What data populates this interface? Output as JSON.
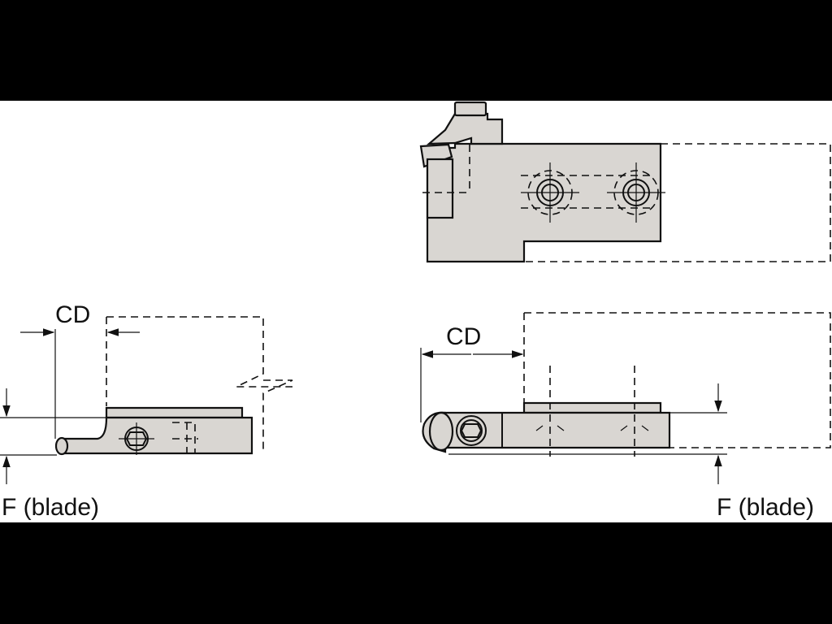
{
  "labels": {
    "cd_left": "CD",
    "cd_right": "CD",
    "f_left": "F (blade)",
    "f_right": "F (blade)"
  },
  "colors": {
    "background": "#ffffff",
    "letterbox": "#000000",
    "body_fill": "#d9d6d2",
    "line": "#111111"
  }
}
